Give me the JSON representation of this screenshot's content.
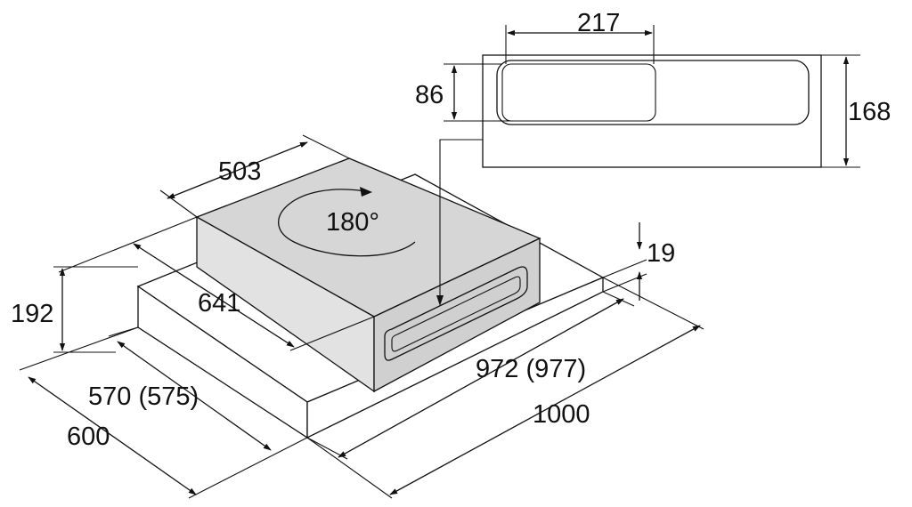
{
  "dimensions": {
    "width_total": "1000",
    "width_inner": "972 (977)",
    "depth_total": "600",
    "depth_inner": "570 (575)",
    "height": "192",
    "module_depth": "641",
    "module_width": "503",
    "rotation": "180°",
    "offset": "19",
    "cutout_width": "217",
    "cutout_height": "86",
    "detail_height": "168"
  },
  "colors": {
    "body_fill": "#ffffff",
    "module_top": "#d6d6d6",
    "module_side": "#e2e2e2",
    "module_front": "#d0d0d0",
    "line": "#111111"
  }
}
